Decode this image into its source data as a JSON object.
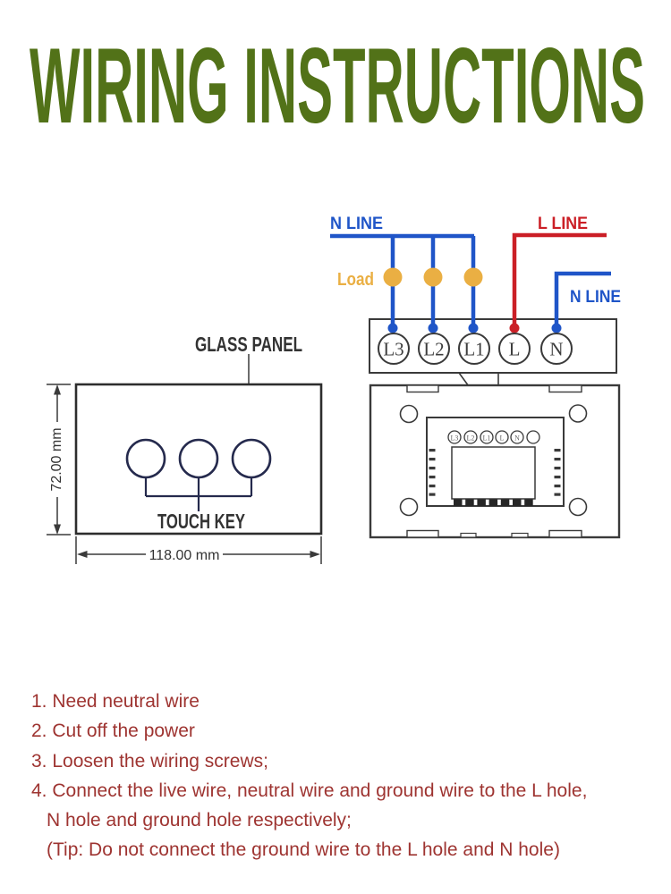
{
  "title": "WIRING INSTRUCTIONS",
  "colors": {
    "title_green": "#527218",
    "wire_blue": "#1f55c8",
    "wire_red": "#cb1f26",
    "load_amber": "#eaaf43",
    "instruction_red": "#9e3431",
    "line_dark": "#3a3a3a",
    "navy": "#252a4d"
  },
  "diagram": {
    "labels": {
      "n_line_top": "N LINE",
      "l_line": "L LINE",
      "n_line_right": "N LINE",
      "load": "Load",
      "glass_panel": "GLASS PANEL",
      "touch_key": "TOUCH KEY"
    },
    "dimensions": {
      "height": "72.00 mm",
      "width": "118.00 mm"
    },
    "terminals": [
      "L3",
      "L2",
      "L1",
      "L",
      "N"
    ],
    "back_terminals": [
      "L3",
      "L2",
      "L1",
      "L",
      "N"
    ]
  },
  "instructions": [
    "1. Need neutral wire",
    "2. Cut off the power",
    "3. Loosen the wiring screws;",
    "4. Connect the live wire, neutral wire and ground wire to the L hole,",
    "N hole and ground hole respectively;",
    "(Tip: Do not connect the ground wire to the L hole and N hole)"
  ]
}
